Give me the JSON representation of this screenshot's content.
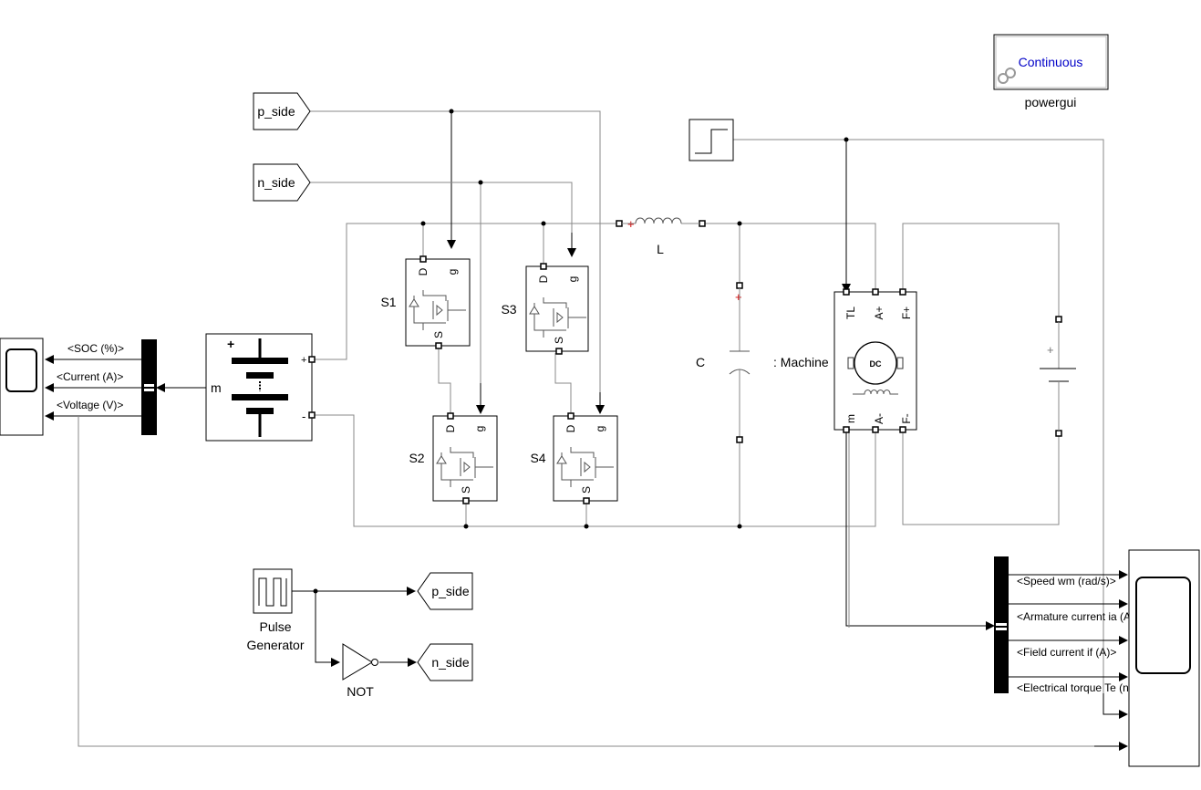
{
  "powergui": {
    "mode_label": "Continuous",
    "name": "powergui"
  },
  "tags": {
    "p_side": "p_side",
    "n_side": "n_side"
  },
  "switches": {
    "s1": "S1",
    "s2": "S2",
    "s3": "S3",
    "s4": "S4",
    "port_d": "D",
    "port_g": "g",
    "port_s": "S"
  },
  "passives": {
    "inductor": "L",
    "capacitor": "C"
  },
  "machine": {
    "name": ": Machine",
    "icon_text": "DC",
    "ports_top": [
      "TL",
      "A+",
      "F+"
    ],
    "ports_bottom": [
      "m",
      "A-",
      "F-"
    ]
  },
  "battery": {
    "m_port": "m",
    "plus": "+",
    "minus": "-"
  },
  "battery_signals": [
    "<SOC (%)>",
    "<Current (A)>",
    "<Voltage (V)>"
  ],
  "machine_signals": [
    "<Speed wm (rad/s)>",
    "<Armature current ia (A)>",
    "<Field current if (A)>",
    "<Electrical torque Te (n m)>"
  ],
  "pulse": {
    "name": "Pulse\nGenerator",
    "line1": "Pulse",
    "line2": "Generator"
  },
  "not_gate": {
    "name": "NOT"
  },
  "dc_source": {
    "plus": "+"
  }
}
